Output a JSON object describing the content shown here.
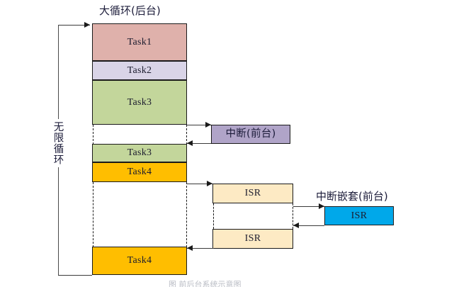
{
  "diagram": {
    "title": "大循环(后台)",
    "loop_label": "无限循环",
    "interrupt_label": "中断(前台)",
    "nested_interrupt_label": "中断嵌套(前台)",
    "footer_caption": "图 前后台系统示意图",
    "colors": {
      "task1": "#dfb1ab",
      "task2": "#d9d4e7",
      "task3": "#c3d69b",
      "task4": "#ffbe00",
      "interrupt": "#b0a4c8",
      "isr": "#fdeac4",
      "isr_nested": "#00a8ea",
      "stroke": "#1a1a1a",
      "line": "#3a3a3a"
    },
    "main_stack": [
      {
        "label": "Task1",
        "color_key": "task1"
      },
      {
        "label": "Task2",
        "color_key": "task2"
      },
      {
        "label": "Task3",
        "color_key": "task3"
      },
      {
        "label": "Task3",
        "color_key": "task3"
      },
      {
        "label": "Task4",
        "color_key": "task4"
      },
      {
        "label": "Task4",
        "color_key": "task4"
      }
    ],
    "isr_blocks": [
      {
        "label": "ISR"
      },
      {
        "label": "ISR"
      }
    ],
    "nested_isr": {
      "label": "ISR"
    }
  }
}
